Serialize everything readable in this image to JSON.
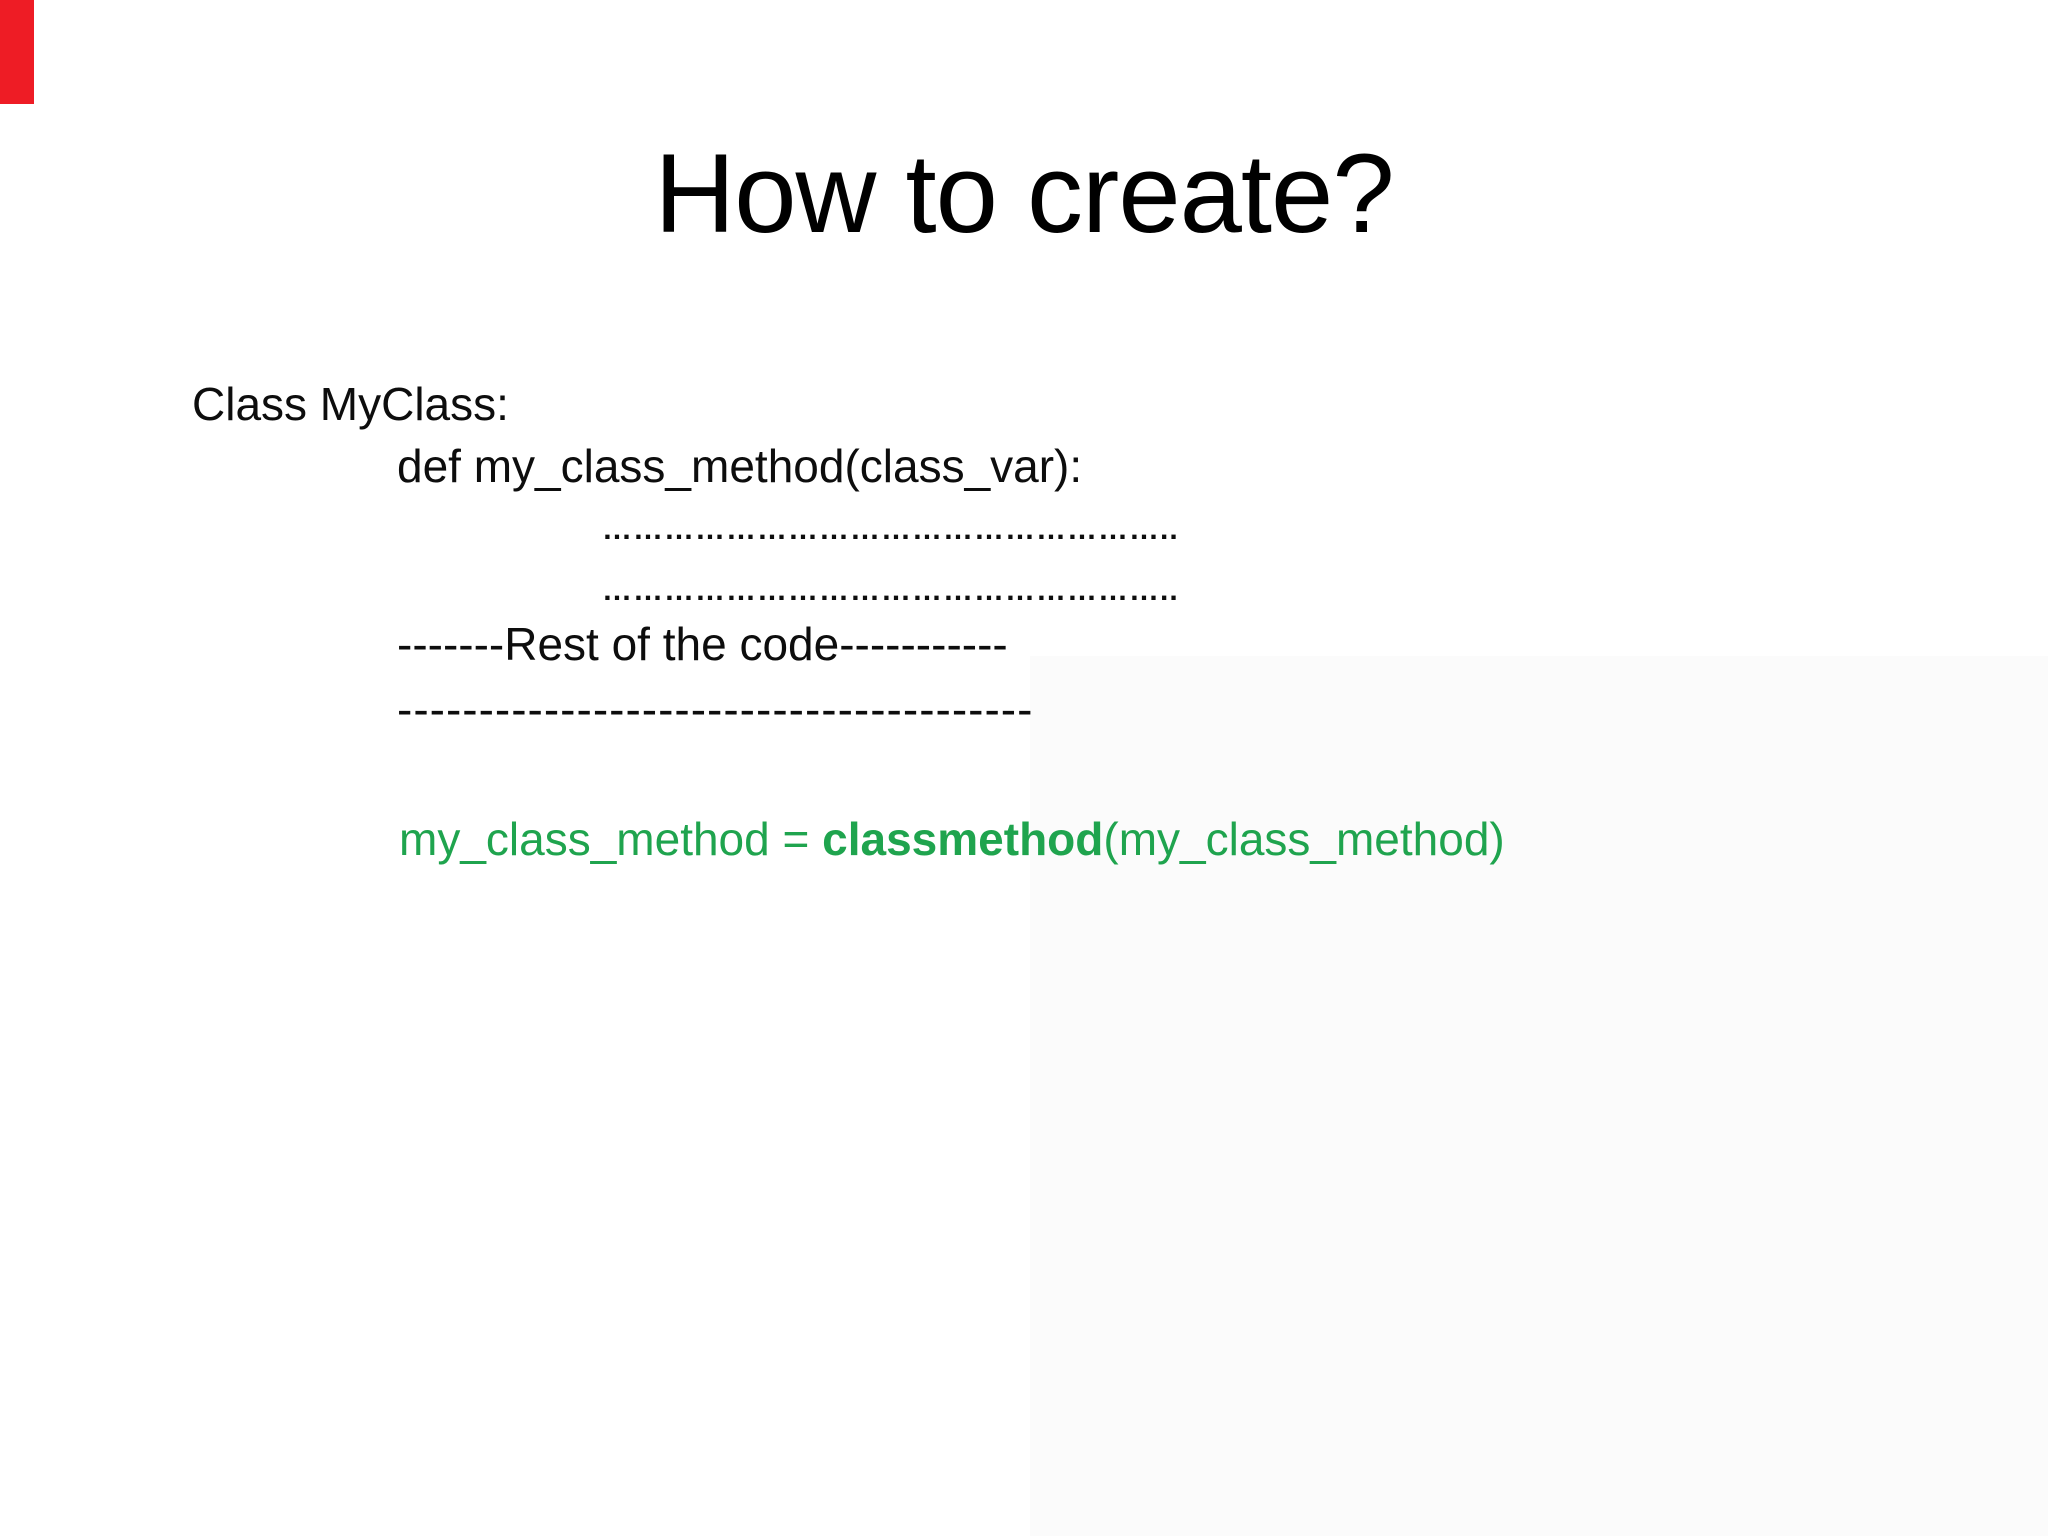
{
  "slide": {
    "title": "How to create?",
    "colors": {
      "accent_bar_red": "#ee1c25",
      "code_green": "#1fa44e",
      "text_black": "#0d0d0d",
      "background": "#ffffff"
    },
    "code": {
      "class_declaration": "Class MyClass:",
      "def_line": "def my_class_method(class_var):",
      "dotted_line_1": "………………………………………………..",
      "dotted_line_2": "………………………………………………..",
      "rest_of_code_line": "-------Rest of the code-----------",
      "divider_line": "---------------------------------------",
      "assignment": {
        "prefix": "my_class_method = ",
        "keyword": "classmethod",
        "suffix": "(my_class_method)"
      }
    }
  }
}
